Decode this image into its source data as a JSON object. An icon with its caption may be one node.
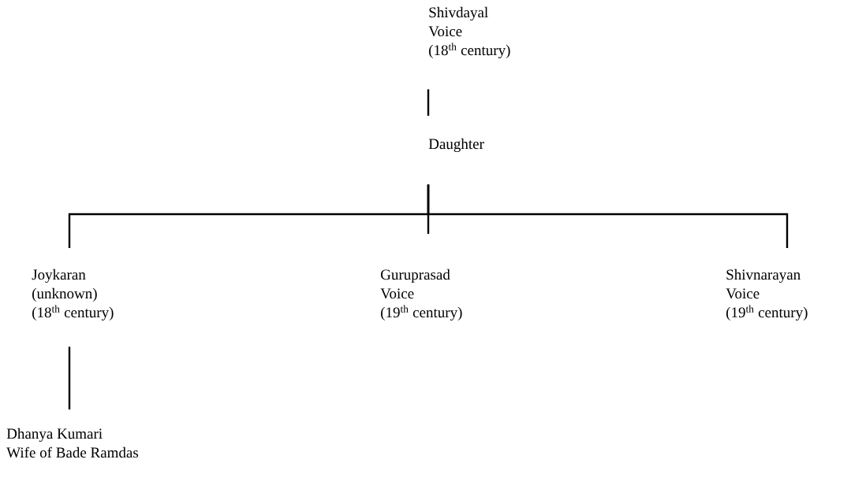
{
  "diagram": {
    "nodes": [
      {
        "text": [
          "Shivdayal",
          "Voice",
          "(18$^{th}$ century)"
        ]
      },
      {
        "text": [
          "Daughter"
        ]
      },
      {
        "text": [
          "Joykaran",
          "(unknown)",
          "(18$^{th}$ century)"
        ]
      },
      {
        "text": [
          "Guruprasad",
          "Voice",
          "(19$^{th}$ century)"
        ]
      },
      {
        "text": [
          "Shivnarayan",
          "Voice",
          "(19$^{th}$ century)"
        ]
      },
      {
        "text": [
          "Dhanya Kumari",
          "Wife of Bade Ramdas"
        ]
      }
    ],
    "edges": [
      {
        "from": 0,
        "to": 1,
        "arrow": "none"
      },
      {
        "from": 1,
        "to": 2,
        "arrow": "none"
      },
      {
        "from": 1,
        "to": 3,
        "arrow": "none"
      },
      {
        "from": 1,
        "to": 4,
        "arrow": "none"
      },
      {
        "from": 2,
        "to": 5,
        "arrow": "none"
      }
    ]
  }
}
